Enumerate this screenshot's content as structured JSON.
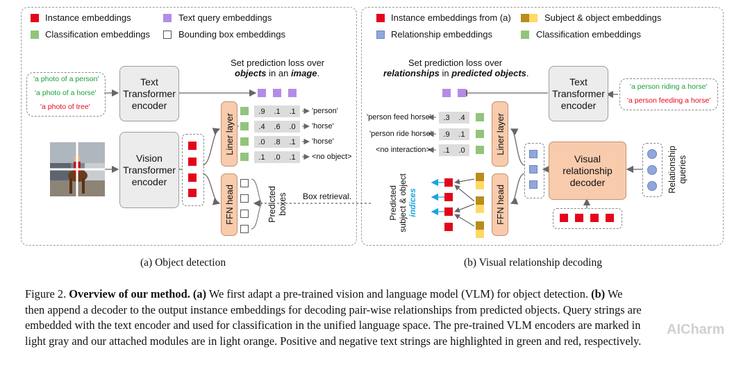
{
  "colors": {
    "positive": "#1a9e3a",
    "negative": "#e3061b",
    "encoder_gray": "#ececec",
    "module_orange": "#f8cbad",
    "indices_blue": "#1ca3e0"
  },
  "legend_a": {
    "instance": "Instance embeddings",
    "text_query": "Text query embeddings",
    "classification": "Classification embeddings",
    "bbox": "Bounding box embeddings"
  },
  "legend_b": {
    "instance_from_a": "Instance embeddings from (a)",
    "subject_object": "Subject & object embeddings",
    "relationship": "Relationship embeddings",
    "classification": "Classification embeddings"
  },
  "panel_a": {
    "prompts": [
      "'a photo of a person'",
      "'a photo of a horse'",
      "'a photo of tree'"
    ],
    "text_encoder": "Text\nTransformer\nencoder",
    "vision_encoder": "Vision\nTransformer\nencoder",
    "loss_line1": "Set prediction loss over",
    "loss_line2_a": "objects",
    "loss_line2_b": " in an ",
    "loss_line2_c": "image",
    "loss_line2_d": ".",
    "liner_layer": "Liner layer",
    "ffn_head": "FFN head",
    "rows": [
      {
        "values": [
          ".9",
          ".1",
          ".1"
        ],
        "label": "'person'"
      },
      {
        "values": [
          ".4",
          ".6",
          ".0"
        ],
        "label": "'horse'"
      },
      {
        "values": [
          ".0",
          ".8",
          ".1"
        ],
        "label": "'horse'"
      },
      {
        "values": [
          ".1",
          ".0",
          ".1"
        ],
        "label": "<no object>"
      }
    ],
    "predicted_boxes": "Predicted\nboxes",
    "box_retrieval": "Box retrieval.",
    "caption": "(a) Object detection"
  },
  "panel_b": {
    "prompts": [
      "'a person riding a horse'",
      "'a person feeding a horse'"
    ],
    "text_encoder": "Text\nTransformer\nencoder",
    "loss_line1": "Set prediction loss over",
    "loss_line2_a": "relationships",
    "loss_line2_b": " in ",
    "loss_line2_c": "predicted objects",
    "loss_line2_d": ".",
    "liner_layer": "Liner layer",
    "ffn_head": "FFN head",
    "rows": [
      {
        "label": "'person feed horse'",
        "values": [
          ".3",
          ".4"
        ]
      },
      {
        "label": "'person ride horse'",
        "values": [
          ".9",
          ".1"
        ]
      },
      {
        "label": "<no interaction>",
        "values": [
          ".1",
          ".0"
        ]
      }
    ],
    "decoder": "Visual\nrelationship\ndecoder",
    "relationship_queries": "Relationship\nqueries",
    "indices_label_1": "Predicted",
    "indices_label_2": "subject & object",
    "indices_label_3": "indices",
    "caption": "(b) Visual relationship decoding"
  },
  "figure_caption": {
    "l1_a": "Figure 2. ",
    "l1_b": "Overview of our method.",
    "l1_c": " (a)",
    "l1_d": " We first adapt a pre-trained vision and language model (VLM) for object detection. ",
    "l1_e": "(b)",
    "l1_f": " We",
    "l2": "then append a decoder to the output instance embeddings for decoding pair-wise relationships from predicted objects. Query strings are",
    "l3": "embedded with the text encoder and used for classification in the unified language space. The pre-trained VLM encoders are marked in",
    "l4": "light gray and our attached modules are in light orange. Positive and negative text strings are highlighted in green and red, respectively."
  },
  "watermark": "AICharm"
}
